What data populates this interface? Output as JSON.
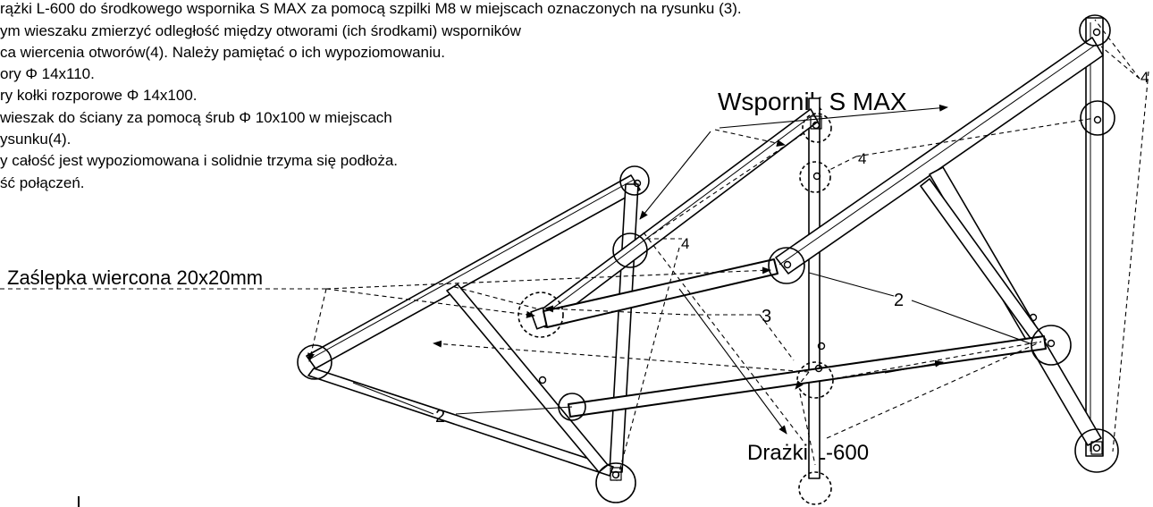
{
  "instructions": {
    "lines": [
      "rążki L-600 do środkowego wspornika S MAX za pomocą szpilki M8 w miejscach oznaczonych na rysunku (3).",
      "ym wieszaku zmierzyć odległość między otworami (ich środkami) wsporników",
      "ca wiercenia otworów(4). Należy pamiętać o ich wypoziomowaniu.",
      "ory Φ 14x110.",
      "ry kołki rozporowe Φ 14x100.",
      "wieszak do ściany za pomocą śrub  Φ 10x100 w miejscach",
      "ysunku(4).",
      "y całość jest wypoziomowana i solidnie trzyma się podłoża.",
      "ść połączeń."
    ]
  },
  "labels": {
    "wspornik": "Wspornik S MAX",
    "zaslepka": "Zaślepka wiercona 20x20mm",
    "drazki": "Drażki L-600"
  },
  "callouts": {
    "two": "2",
    "three": "3",
    "four": "4"
  }
}
